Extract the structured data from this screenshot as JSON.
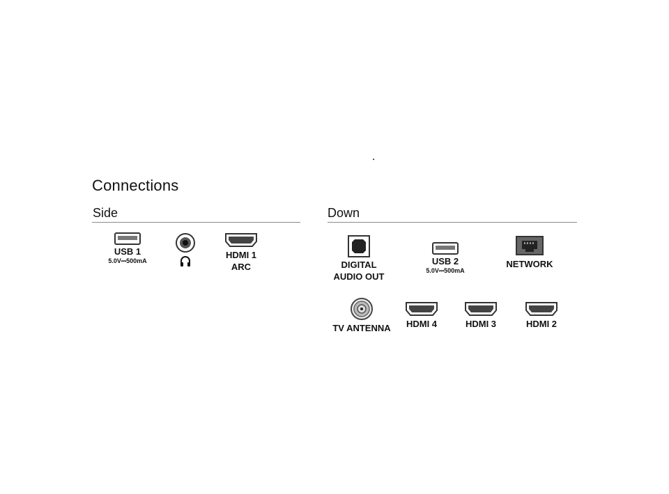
{
  "title": "Connections",
  "sections": {
    "side": {
      "title": "Side",
      "ports": {
        "usb1": {
          "label": "USB 1",
          "spec": "5.0V⎓500mA",
          "icon": "usb-port-icon"
        },
        "headphone": {
          "icon": "headphone-jack-icon",
          "symbol": "headphones-icon"
        },
        "hdmi1": {
          "label_line1": "HDMI 1",
          "label_line2": "ARC",
          "icon": "hdmi-port-icon"
        }
      }
    },
    "down": {
      "title": "Down",
      "ports": {
        "digital_audio_out": {
          "label_line1": "DIGITAL",
          "label_line2": "AUDIO OUT",
          "icon": "optical-port-icon"
        },
        "usb2": {
          "label": "USB 2",
          "spec": "5.0V⎓500mA",
          "icon": "usb-port-icon"
        },
        "network": {
          "label": "NETWORK",
          "icon": "ethernet-port-icon"
        },
        "tv_antenna": {
          "label": "TV ANTENNA",
          "icon": "coax-port-icon"
        },
        "hdmi4": {
          "label": "HDMI 4",
          "icon": "hdmi-port-icon"
        },
        "hdmi3": {
          "label": "HDMI 3",
          "icon": "hdmi-port-icon"
        },
        "hdmi2": {
          "label": "HDMI 2",
          "icon": "hdmi-port-icon"
        }
      }
    }
  }
}
